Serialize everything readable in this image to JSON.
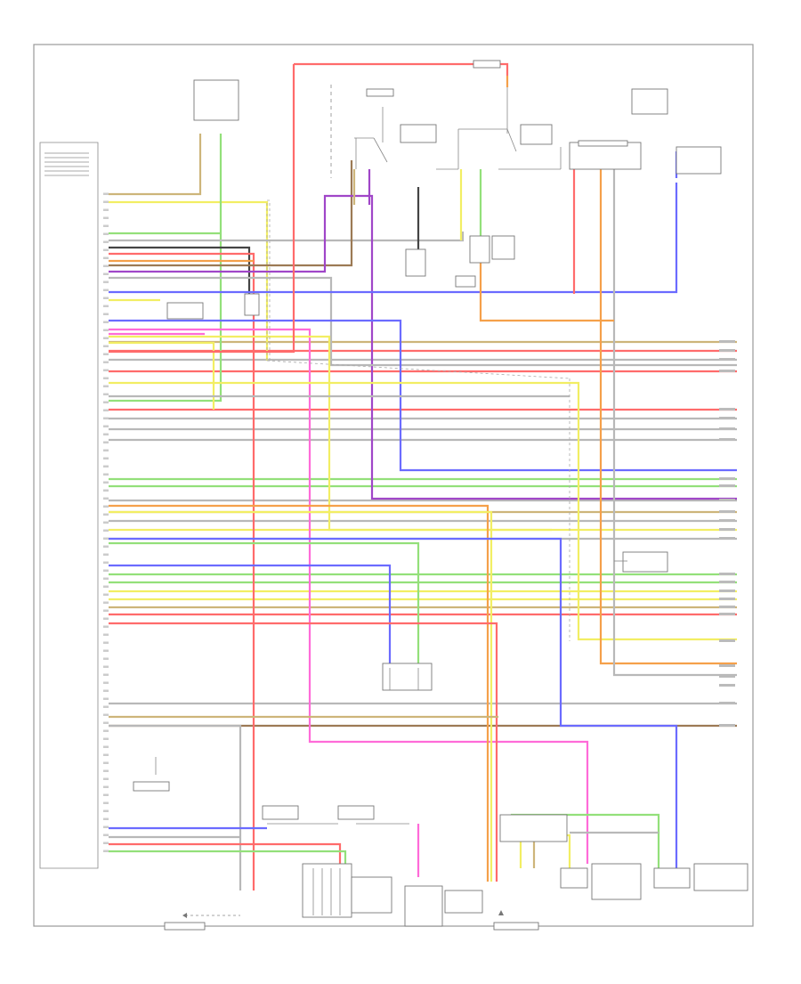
{
  "footer_code": "",
  "palette": {
    "red": "#ff6b6b",
    "orange": "#f5a04a",
    "yellow": "#f2ee63",
    "green": "#93e07a",
    "blue": "#6b6bff",
    "violet": "#a046c8",
    "pink": "#ff6bd8",
    "tan": "#cdb57a",
    "brown": "#9c7a55",
    "gray": "#b8b8b8",
    "black": "#444444"
  },
  "components": [
    {
      "id": "engine-control-module",
      "label": ""
    },
    {
      "id": "main-relay",
      "label": ""
    },
    {
      "id": "fuel-pump-relay",
      "label": ""
    },
    {
      "id": "fuse-box",
      "label": ""
    },
    {
      "id": "igniter",
      "label": ""
    },
    {
      "id": "coil",
      "label": ""
    },
    {
      "id": "distributor",
      "label": ""
    },
    {
      "id": "knock-sensor",
      "label": ""
    },
    {
      "id": "o2-sensor-front",
      "label": ""
    },
    {
      "id": "o2-sensor-rear",
      "label": ""
    },
    {
      "id": "throttle-sensor",
      "label": ""
    },
    {
      "id": "vehicle-speed-sensor",
      "label": ""
    },
    {
      "id": "data-link-connector",
      "label": ""
    }
  ]
}
